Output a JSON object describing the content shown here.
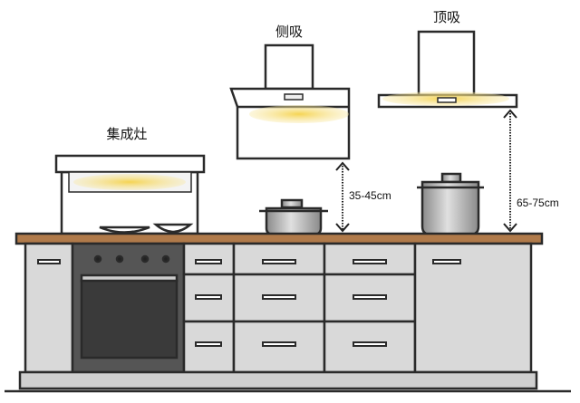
{
  "labels": {
    "integrated_stove": "集成灶",
    "side_hood": "侧吸",
    "top_hood": "顶吸",
    "side_height": "35-45cm",
    "top_height": "65-75cm"
  },
  "colors": {
    "countertop": "#b07a4a",
    "cabinet": "#d6d6d6",
    "glow": "#f5d76e",
    "outline": "#2a2a2a"
  }
}
